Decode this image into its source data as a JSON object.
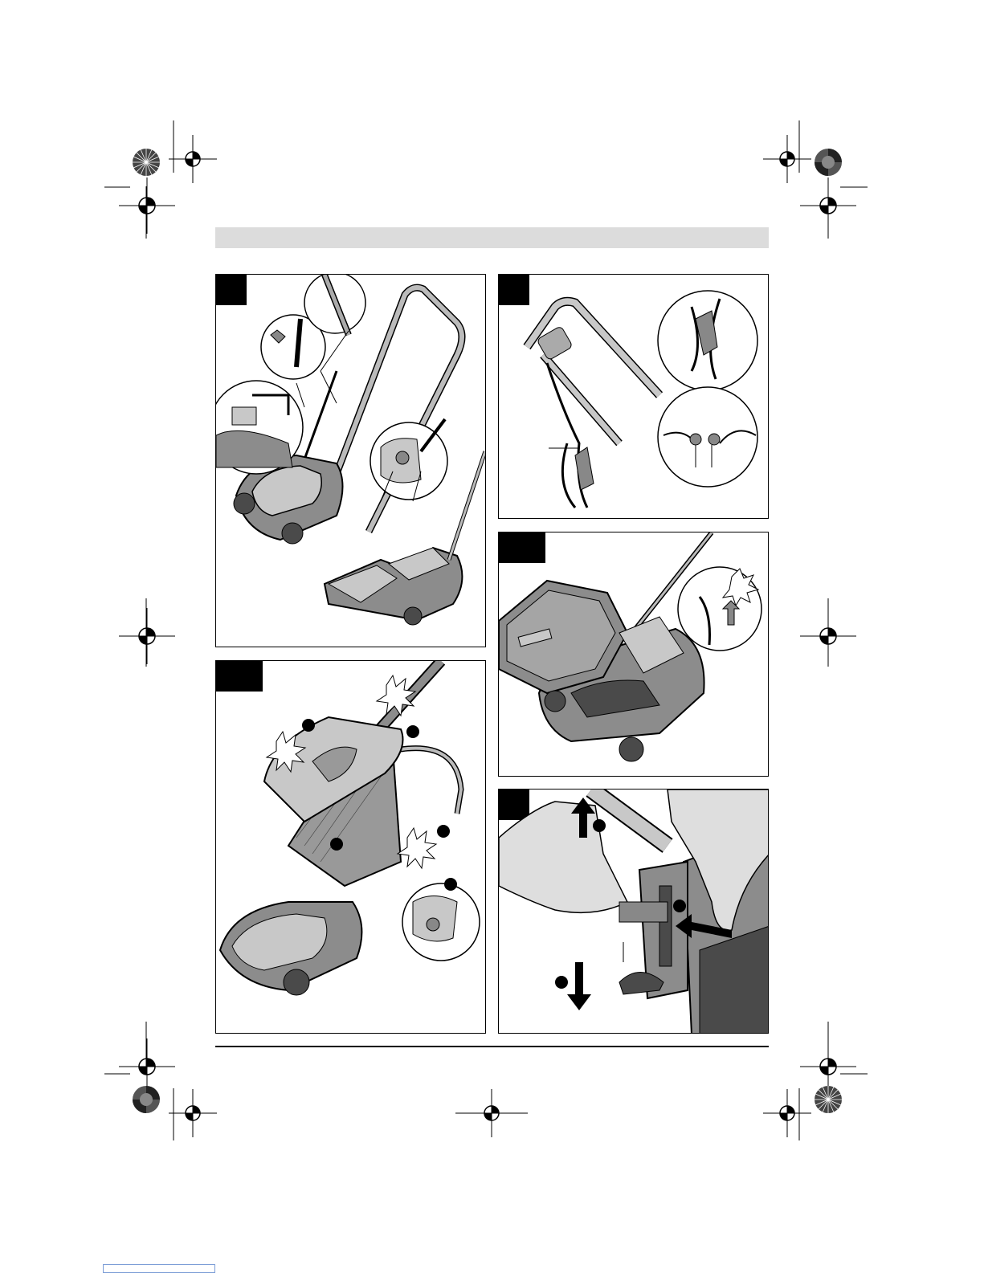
{
  "page": {
    "header_bar_color": "#dcdcdc",
    "figure_fill_color": "#8c8c8c",
    "figure_light_color": "#c8c8c8",
    "figure_dark_color": "#4a4a4a"
  },
  "figures": [
    {
      "id": "fig-a",
      "content": "handle-assembly"
    },
    {
      "id": "fig-b",
      "content": "cable-strain-relief"
    },
    {
      "id": "fig-c",
      "content": "grass-bag-attachment"
    },
    {
      "id": "fig-d",
      "content": "discharge-flap"
    },
    {
      "id": "fig-e",
      "content": "working-depth-adjustment"
    }
  ],
  "icons": [
    "registration-mark-icon",
    "color-target-icon"
  ]
}
